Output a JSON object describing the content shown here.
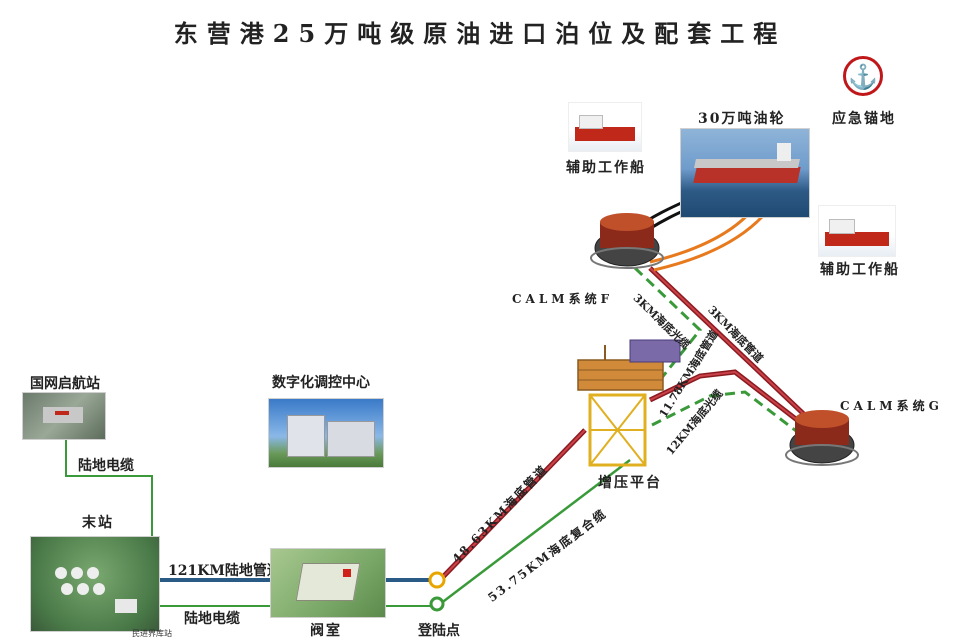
{
  "title": "东营港25万吨级原油进口泊位及配套工程",
  "labels": {
    "emergency_anchorage": "应急锚地",
    "tanker": "30万吨油轮",
    "aux_ship_1": "辅助工作船",
    "aux_ship_2": "辅助工作船",
    "calm_f": "CALM系统F",
    "calm_g": "CALM系统G",
    "grid_station": "国网启航站",
    "digital_center": "数字化调控中心",
    "land_cable_1": "陆地电缆",
    "land_cable_2": "陆地电缆",
    "terminal": "末站",
    "land_pipeline": "121KM陆地管道",
    "valve_room": "阀室",
    "landing_point": "登陆点",
    "booster_platform": "增压平台",
    "pipe_48": "48.63KM海底管道",
    "cable_53": "53.75KM海底复合缆",
    "pipe_11": "11.78KM海底管道",
    "cable_12": "12KM海底光缆",
    "cable_3f": "3KM海底光缆",
    "pipe_3g": "3KM海底管道",
    "terminal_sign": "民进界库站"
  },
  "colors": {
    "subsea_pipeline": "#b3202a",
    "subsea_cable": "#3a9a3a",
    "land_pipeline": "#2a5a86",
    "hose": "#e87a1e",
    "landing_marker": "#e8a500"
  }
}
